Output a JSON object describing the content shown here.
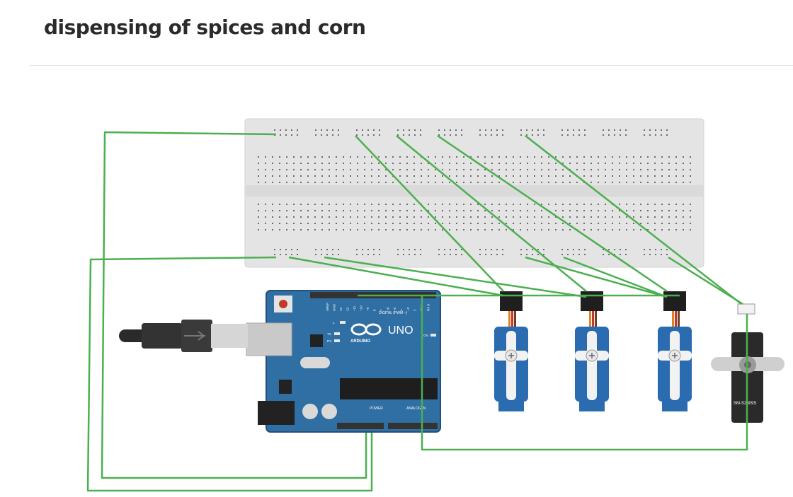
{
  "page": {
    "title": "dispensing of spices and corn"
  },
  "arduino": {
    "model_label": "UNO",
    "brand_label": "ARDUINO",
    "digital_label": "DIGITAL (PWM ~)",
    "power_label": "POWER",
    "analog_label": "ANALOG IN",
    "pin_labels": [
      "AREF",
      "GND",
      "13",
      "12",
      "~11",
      "~10",
      "~9",
      "8",
      "7",
      "~6",
      "~5",
      "4",
      "~3",
      "2",
      "TX 1",
      "RX 0"
    ],
    "led_labels": [
      "L",
      "TX",
      "RX",
      "ON"
    ]
  },
  "servos": {
    "big_servo_label": "SM-S2309S"
  },
  "colors": {
    "wire": "#4caf50",
    "board": "#2f6fa3",
    "servo": "#2b6cb0",
    "breadboard": "#e6e6e6"
  }
}
